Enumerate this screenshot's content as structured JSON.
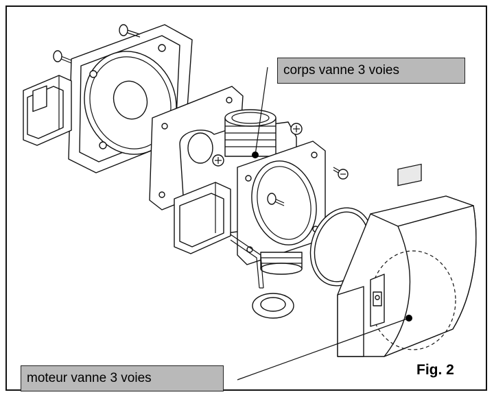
{
  "figure": {
    "label": "Fig. 2",
    "callouts": {
      "valve_body": "corps vanne 3 voies",
      "valve_motor": "moteur vanne 3 voies"
    }
  }
}
